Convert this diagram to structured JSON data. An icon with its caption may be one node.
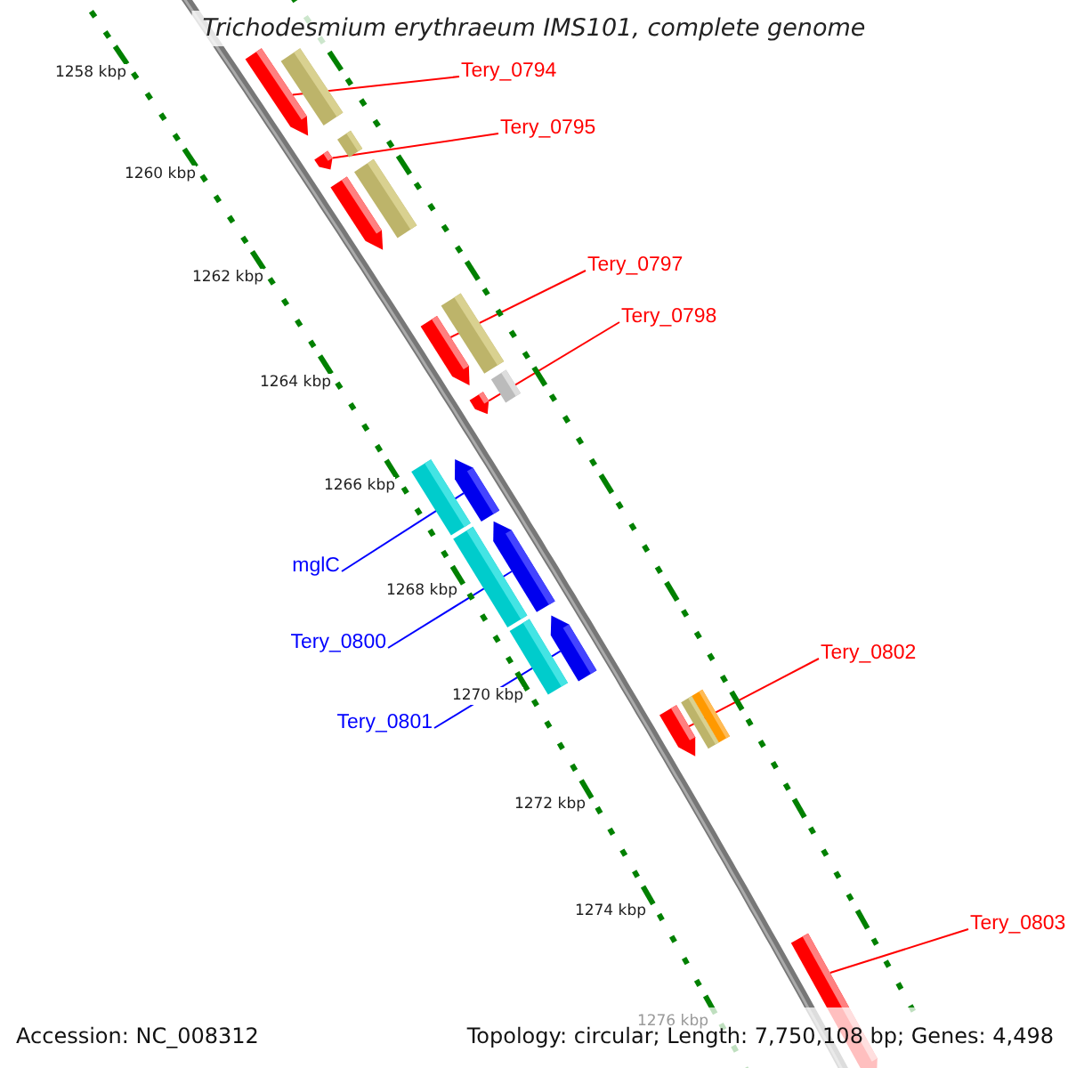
{
  "diagram": {
    "title": "Trichodesmium erythraeum IMS101, complete genome",
    "nodes": [
      {
        "text": [
          "Tery_0794"
        ]
      },
      {
        "text": [
          "Tery_0795"
        ]
      },
      {
        "text": [
          "Tery_0797"
        ]
      },
      {
        "text": [
          "Tery_0798"
        ]
      },
      {
        "text": [
          "mglC"
        ]
      },
      {
        "text": [
          "Tery_0800"
        ]
      },
      {
        "text": [
          "Tery_0801"
        ]
      },
      {
        "text": [
          "Tery_0802"
        ]
      },
      {
        "text": [
          "Tery_0803"
        ]
      },
      {
        "text": [],
        "shape": "pentagon"
      },
      {
        "text": [],
        "shape": "bar"
      },
      {
        "text": [],
        "shape": "pentagon"
      },
      {
        "text": [],
        "shape": "bar"
      },
      {
        "text": [],
        "shape": "pentagon"
      },
      {
        "text": [],
        "shape": "bar"
      },
      {
        "text": [],
        "shape": "pentagon"
      },
      {
        "text": [],
        "shape": "bar"
      },
      {
        "text": [],
        "shape": "pentagon"
      },
      {
        "text": [],
        "shape": "bar"
      },
      {
        "text": [],
        "shape": "bar"
      },
      {
        "text": [],
        "shape": "pentagon"
      },
      {
        "text": [],
        "shape": "bar"
      },
      {
        "text": [],
        "shape": "pentagon"
      },
      {
        "text": [],
        "shape": "bar"
      },
      {
        "text": [],
        "shape": "pentagon"
      },
      {
        "text": [],
        "shape": "pentagon"
      },
      {
        "text": [],
        "shape": "bar"
      },
      {
        "text": [],
        "shape": "bar"
      },
      {
        "text": [],
        "shape": "pentagon"
      }
    ],
    "edges": [
      {
        "from": 0,
        "to": 9,
        "arrow": "none"
      },
      {
        "from": 1,
        "to": 11,
        "arrow": "none"
      },
      {
        "from": 2,
        "to": 15,
        "arrow": "none"
      },
      {
        "from": 3,
        "to": 17,
        "arrow": "none"
      },
      {
        "from": 4,
        "to": 20,
        "arrow": "none",
        "color": "#0000ff"
      },
      {
        "from": 5,
        "to": 22,
        "arrow": "none",
        "color": "#0000ff"
      },
      {
        "from": 6,
        "to": 24,
        "arrow": "none",
        "color": "#0000ff"
      },
      {
        "from": 7,
        "to": 25,
        "arrow": "none"
      },
      {
        "from": 8,
        "to": 28,
        "arrow": "none"
      }
    ],
    "labels": [
      "1258 kbp",
      "1260 kbp",
      "1262 kbp",
      "1264 kbp",
      "1266 kbp",
      "1268 kbp",
      "1270 kbp",
      "1272 kbp",
      "1274 kbp",
      "1276 kbp",
      "Accession: NC_008312",
      "Topology: circular; Length: 7,750,108 bp; Genes: 4,498"
    ]
  }
}
